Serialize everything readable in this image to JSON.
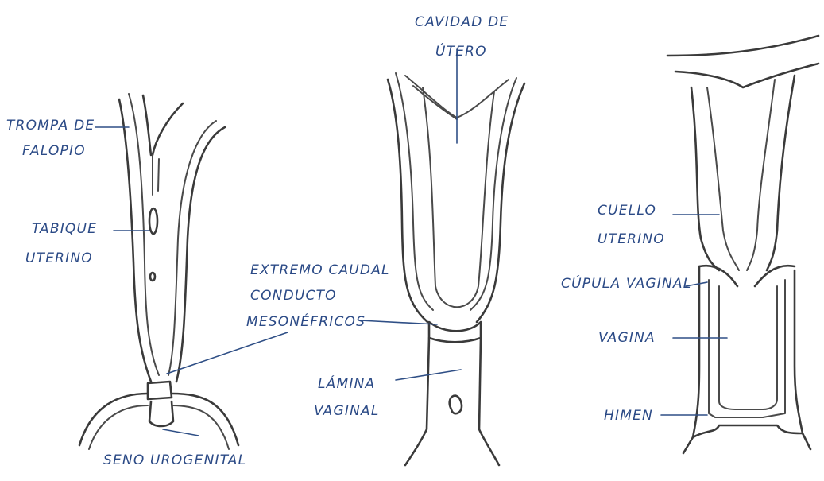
{
  "figure": {
    "stage1": {
      "trompa_line1": "TROMPA DE",
      "trompa_line2": "FALOPIO",
      "tabique_line1": "TABIQUE",
      "tabique_line2": "UTERINO",
      "seno": "SENO UROGENITAL"
    },
    "stage2": {
      "cavidad_line1": "CAVIDAD DE",
      "cavidad_line2": "ÚTERO",
      "extremo_line1": "EXTREMO CAUDAL",
      "extremo_line2": "CONDUCTO",
      "extremo_line3": "MESONÉFRICOS",
      "lamina_line1": "LÁMINA",
      "lamina_line2": "VAGINAL"
    },
    "stage3": {
      "cuello_line1": "CUELLO",
      "cuello_line2": "UTERINO",
      "cupula": "CÚPULA VAGINAL",
      "vagina": "VAGINA",
      "himen": "HIMEN"
    }
  }
}
